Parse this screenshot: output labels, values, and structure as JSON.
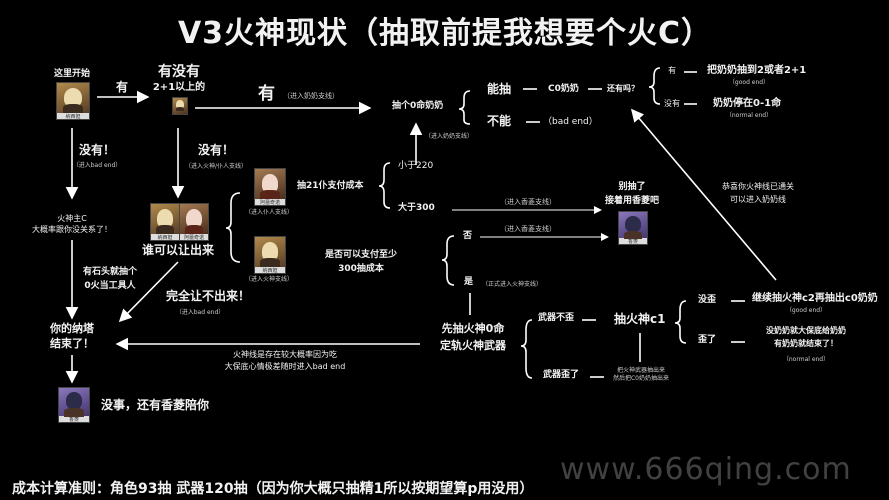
{
  "title": "V3火神现状（抽取前提我想要个火C）",
  "start": {
    "label": "这里开始",
    "portrait": "nahida-portrait"
  },
  "edge_you": "有",
  "q_has": {
    "line1": "有没有",
    "line2": "2+1以上的"
  },
  "edge_you_big": "有",
  "edge_you_big_note": "（进入奶奶支线）",
  "draw_c0_nahida": "抽个0命奶奶",
  "can_draw": "能抽",
  "cannot_draw": "不能",
  "bad_end_paren": "（bad end）",
  "c0_nahida": "C0奶奶",
  "still_have": "还有吗？",
  "has": "有",
  "has_none": "没有",
  "good_result": "把奶奶抽到2或者2+1",
  "good_end": "（good end）",
  "normal_result": "奶奶停在0-1命",
  "normal_end": "（normal end）",
  "enter_nahida_branch_small": "（进入奶奶支线）",
  "left_no": {
    "label": "没有！",
    "note": "（进入bad end）"
  },
  "mid_no": {
    "label": "没有！",
    "note": "（进入火神/仆人支线）"
  },
  "fire_main_c": {
    "line1": "火神主C",
    "line2": "大概率跟你没关系了！"
  },
  "stone_note": {
    "line1": "有石头就抽个",
    "line2": "0火当工具人"
  },
  "who_yield": "谁可以让出来",
  "arlecchino_branch": "（进入仆人支线）",
  "mavuika_branch": "（进入火神支线）",
  "draw21_cost": "抽21仆支付成本",
  "less_220": "小于220",
  "more_300": "大于300",
  "enter_xiangling": "（进入香菱支线）",
  "enter_xiangling2": "（进入香菱支线）",
  "stop_drawing": {
    "line1": "别抽了",
    "line2": "接着用香菱吧"
  },
  "congrats": {
    "line1": "恭喜你火神线已通关",
    "line2": "可以进入奶奶线"
  },
  "can_pay": {
    "line1": "是否可以支付至少",
    "line2": "300抽成本"
  },
  "no": "否",
  "yes": "是",
  "yes_note": "（正式进入火神支线）",
  "cannot_yield": "完全让不出来！",
  "cannot_yield_note": "（进入bad end）",
  "your_natlan": {
    "line1": "你的纳塔",
    "line2": "结束了！"
  },
  "fire_bad_note": {
    "line1": "火神线是存在较大概率因为吃",
    "line2": "大保底心情极差随时进入bad end"
  },
  "xiangling_company": "没事，还有香菱陪你",
  "first_draw": {
    "line1": "先抽火神0命",
    "line2": "定轨火神武器"
  },
  "weapon_ok": "武器不歪",
  "weapon_lost": "武器歪了",
  "draw_c1": "抽火神c1",
  "weapon_lost_note": {
    "line1": "把火神武器抽出来",
    "line2": "然后把C0奶奶抽出来"
  },
  "no_lose": "没歪",
  "lost": "歪了",
  "continue_c2": "继续抽火神c2再抽出c0奶奶",
  "good_end2": "（good end）",
  "fallback": {
    "line1": "没奶奶就大保底给奶奶",
    "line2": "有奶奶就结束了！"
  },
  "normal_end2": "（normal end）",
  "footer": "成本计算准则：角色93抽  武器120抽（因为你大概只抽精1所以按期望算p用没用）",
  "watermark": "www.666qing.com",
  "portrait_tags": {
    "nahida": "纳西妲",
    "arlecchino": "阿蕾奇诺",
    "xiangling": "香菱"
  },
  "colors": {
    "background": "#000000",
    "text": "#f2f2f2",
    "line": "#ffffff",
    "watermark": "#777777"
  }
}
